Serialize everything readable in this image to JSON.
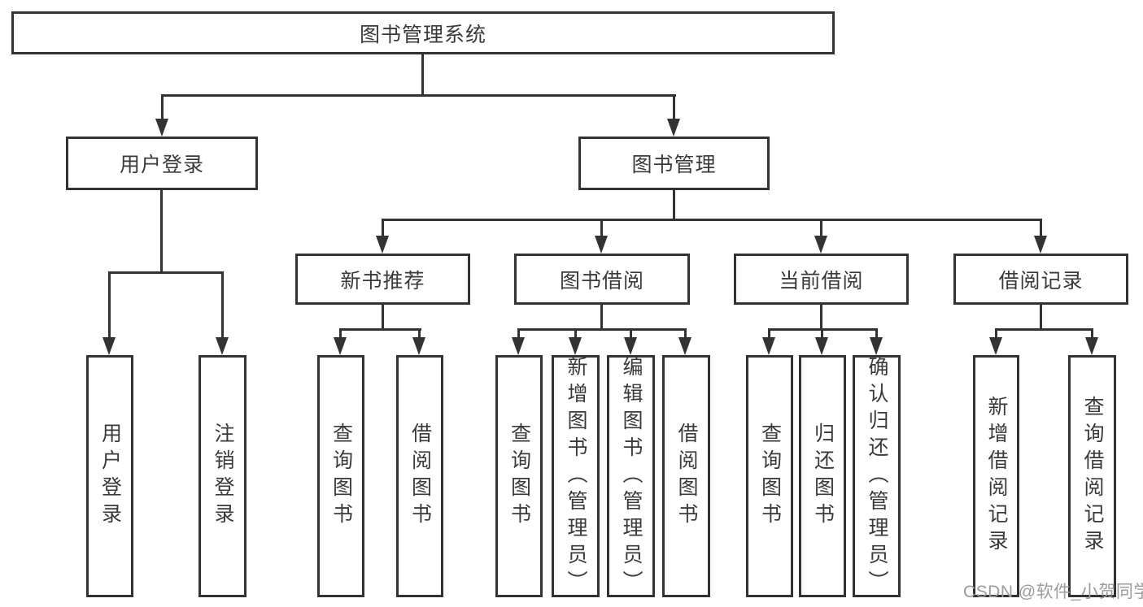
{
  "diagram": {
    "type": "hierarchy-tree",
    "colors": {
      "line": "#333333",
      "text": "#3a3a3a",
      "watermark": "#9c9c9c",
      "background": "#ffffff"
    }
  },
  "tree": {
    "root": {
      "label": "图书管理系统"
    },
    "branches": [
      {
        "label": "用户登录",
        "children": [
          {
            "label": "用户登录"
          },
          {
            "label": "注销登录"
          }
        ]
      },
      {
        "label": "图书管理",
        "children": [
          {
            "label": "新书推荐",
            "children": [
              {
                "label": "查询图书"
              },
              {
                "label": "借阅图书"
              }
            ]
          },
          {
            "label": "图书借阅",
            "children": [
              {
                "label": "查询图书"
              },
              {
                "label": "新增图书（管理员）"
              },
              {
                "label": "编辑图书（管理员）"
              },
              {
                "label": "借阅图书"
              }
            ]
          },
          {
            "label": "当前借阅",
            "children": [
              {
                "label": "查询图书"
              },
              {
                "label": "归还图书"
              },
              {
                "label": "确认归还（管理员）"
              }
            ]
          },
          {
            "label": "借阅记录",
            "children": [
              {
                "label": "新增借阅记录"
              },
              {
                "label": "查询借阅记录"
              }
            ]
          }
        ]
      }
    ]
  },
  "watermark": {
    "text": "CSDN @软件_小贺同学"
  }
}
